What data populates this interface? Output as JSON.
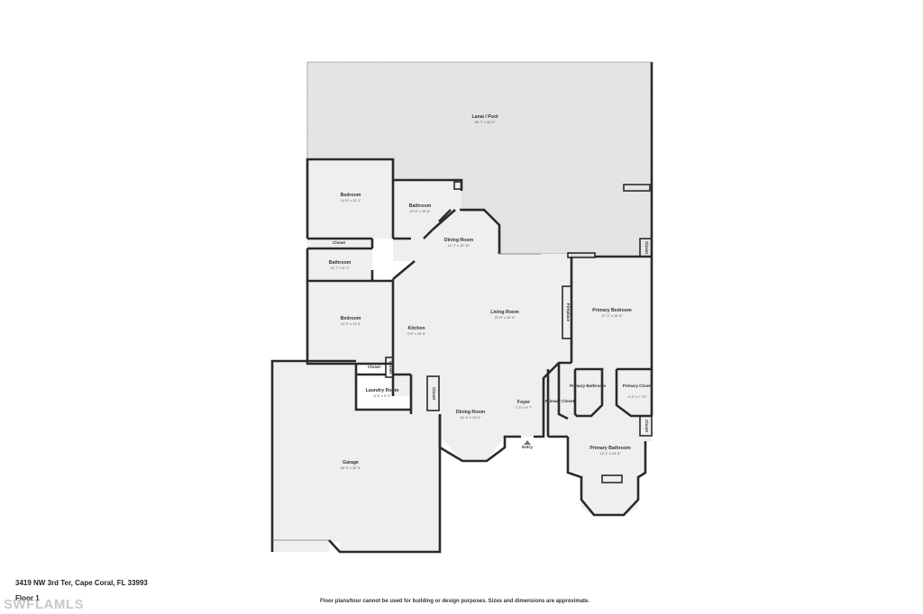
{
  "colors": {
    "wall": "#2a2a2a",
    "floor": "#eeeeee",
    "lanai": "#e4e4e4",
    "text": "#333333"
  },
  "rooms": {
    "lanai": {
      "name": "Lanai / Pool",
      "dim": "58' 7\" x 33' 2\""
    },
    "bedroom_top": {
      "name": "Bedroom",
      "dim": "14' 5\" x 13' 1\""
    },
    "bathroom_top": {
      "name": "Bathroom",
      "dim": "10' 6\" x 10' 8\""
    },
    "dining_top": {
      "name": "Dining Room",
      "dim": "14' 7\" x 12' 11\""
    },
    "closet_top": {
      "name": "Closet"
    },
    "bathroom_left": {
      "name": "Bathroom",
      "dim": "10' 7\" x 5' 1\""
    },
    "bedroom_left": {
      "name": "Bedroom",
      "dim": "14' 2\" x 13' 6\""
    },
    "kitchen": {
      "name": "Kitchen",
      "dim": "9' 6\" x 25' 6\""
    },
    "living": {
      "name": "Living Room",
      "dim": "23' 6\" x 20' 9\""
    },
    "primary_bedroom": {
      "name": "Primary Bedroom",
      "dim": "17' 1\" x 16' 8\""
    },
    "fireplace": {
      "name": "Fireplace"
    },
    "closet_mid": {
      "name": "Closet"
    },
    "closet_kitchen": {
      "name": "Closet"
    },
    "laundry": {
      "name": "Laundry Room",
      "dim": "8' 6\" x 5' 9\""
    },
    "closet_laundry": {
      "name": "Closet"
    },
    "dining_bottom": {
      "name": "Dining Room",
      "dim": "10' 4\" x 14' 5\""
    },
    "foyer": {
      "name": "Foyer",
      "dim": "7' 5\" x 9' 7\""
    },
    "primary_closet_left": {
      "name": "Primary Closet"
    },
    "primary_bath_small": {
      "name": "Primary Bathroom"
    },
    "primary_closet_right": {
      "name": "Primary Closet",
      "dim": "4' 9\" x 7' 10\""
    },
    "closet_right_top": {
      "name": "Closet"
    },
    "closet_right_bottom": {
      "name": "Closet"
    },
    "primary_bathroom": {
      "name": "Primary Bathroom",
      "dim": "13' 1\" x 24' 8\""
    },
    "garage": {
      "name": "Garage",
      "dim": "28' 5\" x 32' 6\""
    },
    "entry": {
      "name": "Entry"
    }
  },
  "footer": {
    "address": "3419 NW 3rd Ter, Cape Coral, FL 33993",
    "floor": "Floor 1",
    "disclaimer": "Floor plans/tour cannot be used for building or design purposes. Sizes and dimensions are approximate.",
    "watermark": "SWFLAMLS"
  }
}
